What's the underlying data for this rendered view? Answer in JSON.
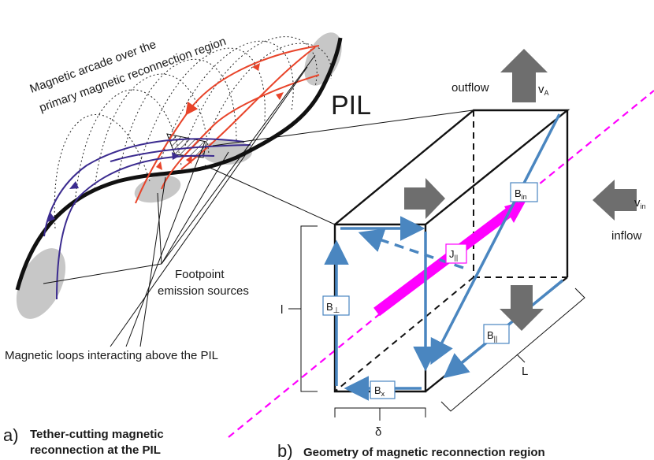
{
  "labels": {
    "arcade_line1": "Magnetic arcade over the",
    "arcade_line2": "primary magnetic reconnection region",
    "pil": "PIL",
    "footpoint_line1": "Footpoint",
    "footpoint_line2": "emission sources",
    "loops": "Magnetic loops interacting above the PIL",
    "outflow": "outflow",
    "inflow": "inflow",
    "v_a": "v",
    "v_a_sub": "A",
    "v_in": "v",
    "v_in_sub": "in",
    "dim_l": "l",
    "dim_L": "L",
    "dim_delta": "δ",
    "b_in": "B",
    "b_in_sub": "in",
    "j_par": "J",
    "j_par_sub": "||",
    "b_perp": "B",
    "b_perp_sub": "⊥",
    "b_par": "B",
    "b_par_sub": "||",
    "b_x": "B",
    "b_x_sub": "x"
  },
  "captions": {
    "a_letter": "a)",
    "a_line1": "Tether-cutting magnetic",
    "a_line2": "reconnection at the PIL",
    "b_letter": "b)",
    "b_text": "Geometry of magnetic reconnection region"
  },
  "colors": {
    "red_loops": "#e8442a",
    "purple_loops": "#3b2b8f",
    "blue_field": "#4a86c0",
    "current": "#ff00ff",
    "flow_arrows": "#6e6e6e",
    "footpoints": "#c7c7c7"
  }
}
